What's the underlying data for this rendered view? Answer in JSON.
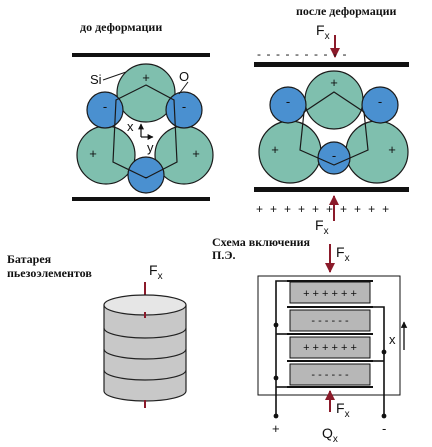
{
  "titles": {
    "before": "до деформации",
    "after": "после деформации",
    "circuit_line1": "Схема включения",
    "circuit_line2": "П.Э.",
    "battery_line1": "Батарея",
    "battery_line2": "пьезоэлементов"
  },
  "atoms": {
    "si": "Si",
    "o": "O"
  },
  "axes": {
    "x": "x",
    "y": "y"
  },
  "force": {
    "letter": "F",
    "sub": "x"
  },
  "charge": {
    "letter": "Q",
    "sub": "x"
  },
  "circuit": {
    "plus_terminal": "+",
    "minus_terminal": "-",
    "x_axis": "x"
  },
  "signs": {
    "plus": "+",
    "minus": "-",
    "positive_row": "+ + + + + +",
    "negative_row": "- - - - - -"
  },
  "colors": {
    "si_fill": "#7fbfae",
    "o_fill": "#4a90d0",
    "outline": "#1a1a1a",
    "plate": "#111111",
    "arrow": "#8b1a2a",
    "battery_gray": "#c8c8c8"
  }
}
